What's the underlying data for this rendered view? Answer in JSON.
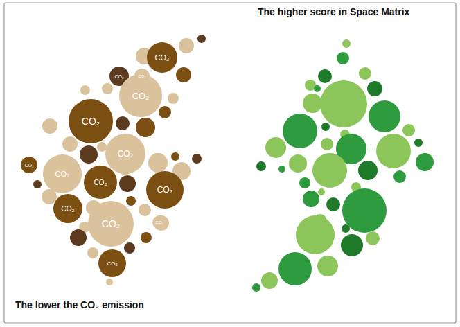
{
  "diagram": {
    "title": "The higher score in Space Matrix",
    "caption": "The lower the CO₂ emission",
    "nodes": [
      {
        "text": [
          "CO₂"
        ]
      },
      {
        "text": [
          "CO₂"
        ]
      },
      {
        "text": [
          "CO₂"
        ]
      },
      {
        "text": [
          "CO₂"
        ]
      },
      {
        "text": [
          "CO₂"
        ]
      },
      {
        "text": [
          "CO₂"
        ]
      },
      {
        "text": [
          "CO₂"
        ]
      },
      {
        "text": [
          "CO₂"
        ]
      },
      {
        "text": [
          "CO₂"
        ]
      },
      {
        "text": [
          "CO₂"
        ]
      },
      {
        "text": [
          "CO₂"
        ]
      },
      {
        "text": [
          "CO₂"
        ]
      },
      {
        "text": [
          "CO₂"
        ]
      },
      {
        "text": [
          "CO₂"
        ]
      }
    ]
  }
}
